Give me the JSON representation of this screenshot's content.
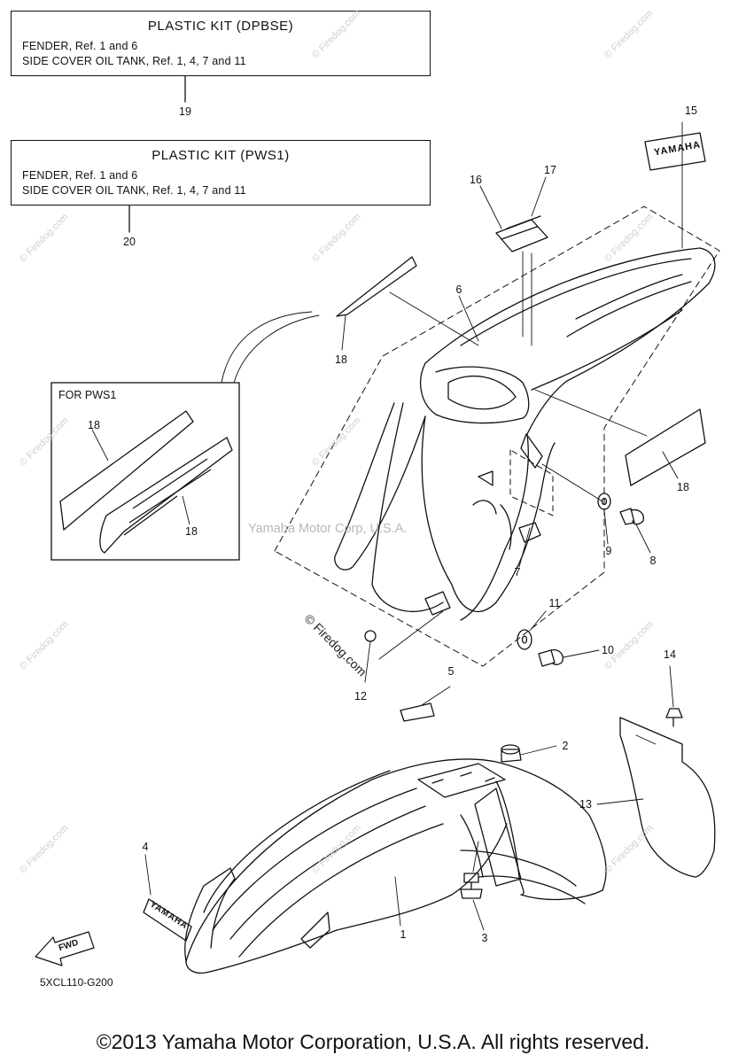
{
  "kits": [
    {
      "title": "PLASTIC KIT (DPBSE)",
      "lines": [
        "FENDER, Ref. 1 and 6",
        "SIDE COVER OIL TANK, Ref. 1, 4, 7 and 11"
      ],
      "ref": "19"
    },
    {
      "title": "PLASTIC KIT (PWS1)",
      "lines": [
        "FENDER, Ref. 1 and 6",
        "SIDE COVER OIL TANK, Ref. 1, 4, 7 and 11"
      ],
      "ref": "20"
    }
  ],
  "callouts": {
    "c1": "1",
    "c2": "2",
    "c3": "3",
    "c4": "4",
    "c5": "5",
    "c6": "6",
    "c7": "7",
    "c8": "8",
    "c9": "9",
    "c10": "10",
    "c11": "11",
    "c12": "12",
    "c13": "13",
    "c14": "14",
    "c15": "15",
    "c16": "16",
    "c17": "17",
    "c18a": "18",
    "c18b": "18",
    "c18c": "18",
    "c18d": "18"
  },
  "inset_label": "FOR PWS1",
  "decal_text": "YAMAHA",
  "fwd_text": "FWD",
  "diagram_code": "5XCL110-G200",
  "watermark_yamaha": "Yamaha Motor Corp, U.S.A.",
  "watermark_firedog": "© Firedog.com",
  "site_marks": "© Firedog.com",
  "copyright": "©2013 Yamaha Motor Corporation, U.S.A. All rights reserved."
}
